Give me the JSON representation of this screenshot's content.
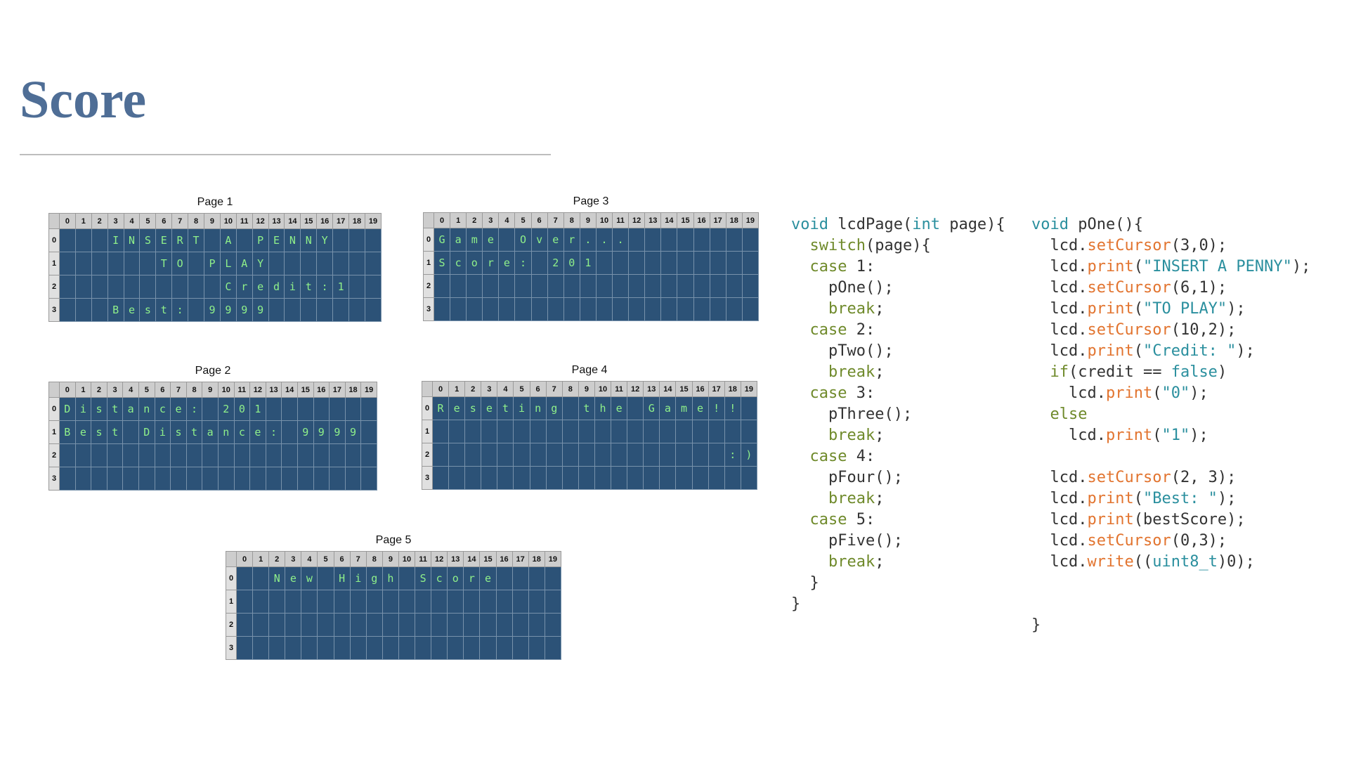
{
  "slide": {
    "title": "Score"
  },
  "lcd_columns": [
    "0",
    "1",
    "2",
    "3",
    "4",
    "5",
    "6",
    "7",
    "8",
    "9",
    "10",
    "11",
    "12",
    "13",
    "14",
    "15",
    "16",
    "17",
    "18",
    "19"
  ],
  "lcd_rows": [
    "0",
    "1",
    "2",
    "3"
  ],
  "pages": [
    {
      "title": "Page 1",
      "rows": [
        [
          "",
          "",
          "",
          "I",
          "N",
          "S",
          "E",
          "R",
          "T",
          "",
          "A",
          "",
          "P",
          "E",
          "N",
          "N",
          "Y",
          "",
          "",
          ""
        ],
        [
          "",
          "",
          "",
          "",
          "",
          "",
          "T",
          "O",
          "",
          "P",
          "L",
          "A",
          "Y",
          "",
          "",
          "",
          "",
          "",
          "",
          ""
        ],
        [
          "",
          "",
          "",
          "",
          "",
          "",
          "",
          "",
          "",
          "",
          "C",
          "r",
          "e",
          "d",
          "i",
          "t",
          ":",
          "1",
          "",
          ""
        ],
        [
          "",
          "",
          "",
          "B",
          "e",
          "s",
          "t",
          ":",
          "",
          "9",
          "9",
          "9",
          "9",
          "",
          "",
          "",
          "",
          "",
          "",
          ""
        ]
      ]
    },
    {
      "title": "Page 3",
      "rows": [
        [
          "G",
          "a",
          "m",
          "e",
          "",
          "O",
          "v",
          "e",
          "r",
          ".",
          ".",
          ".",
          "",
          "",
          "",
          "",
          "",
          "",
          "",
          ""
        ],
        [
          "S",
          "c",
          "o",
          "r",
          "e",
          ":",
          "",
          "2",
          "0",
          "1",
          "",
          "",
          "",
          "",
          "",
          "",
          "",
          "",
          "",
          ""
        ],
        [
          "",
          "",
          "",
          "",
          "",
          "",
          "",
          "",
          "",
          "",
          "",
          "",
          "",
          "",
          "",
          "",
          "",
          "",
          "",
          ""
        ],
        [
          "",
          "",
          "",
          "",
          "",
          "",
          "",
          "",
          "",
          "",
          "",
          "",
          "",
          "",
          "",
          "",
          "",
          "",
          "",
          ""
        ]
      ]
    },
    {
      "title": "Page 2",
      "rows": [
        [
          "D",
          "i",
          "s",
          "t",
          "a",
          "n",
          "c",
          "e",
          ":",
          "",
          "2",
          "0",
          "1",
          "",
          "",
          "",
          "",
          "",
          "",
          ""
        ],
        [
          "B",
          "e",
          "s",
          "t",
          "",
          "D",
          "i",
          "s",
          "t",
          "a",
          "n",
          "c",
          "e",
          ":",
          "",
          "9",
          "9",
          "9",
          "9",
          ""
        ],
        [
          "",
          "",
          "",
          "",
          "",
          "",
          "",
          "",
          "",
          "",
          "",
          "",
          "",
          "",
          "",
          "",
          "",
          "",
          "",
          ""
        ],
        [
          "",
          "",
          "",
          "",
          "",
          "",
          "",
          "",
          "",
          "",
          "",
          "",
          "",
          "",
          "",
          "",
          "",
          "",
          "",
          ""
        ]
      ]
    },
    {
      "title": "Page 4",
      "rows": [
        [
          "R",
          "e",
          "s",
          "e",
          "t",
          "i",
          "n",
          "g",
          "",
          "t",
          "h",
          "e",
          "",
          "G",
          "a",
          "m",
          "e",
          "!",
          "!",
          ""
        ],
        [
          "",
          "",
          "",
          "",
          "",
          "",
          "",
          "",
          "",
          "",
          "",
          "",
          "",
          "",
          "",
          "",
          "",
          "",
          "",
          ""
        ],
        [
          "",
          "",
          "",
          "",
          "",
          "",
          "",
          "",
          "",
          "",
          "",
          "",
          "",
          "",
          "",
          "",
          "",
          "",
          ":",
          ")"
        ],
        [
          "",
          "",
          "",
          "",
          "",
          "",
          "",
          "",
          "",
          "",
          "",
          "",
          "",
          "",
          "",
          "",
          "",
          "",
          "",
          ""
        ]
      ]
    },
    {
      "title": "Page 5",
      "rows": [
        [
          "",
          "",
          "N",
          "e",
          "w",
          "",
          "H",
          "i",
          "g",
          "h",
          "",
          "S",
          "c",
          "o",
          "r",
          "e",
          "",
          "",
          "",
          ""
        ],
        [
          "",
          "",
          "",
          "",
          "",
          "",
          "",
          "",
          "",
          "",
          "",
          "",
          "",
          "",
          "",
          "",
          "",
          "",
          "",
          ""
        ],
        [
          "",
          "",
          "",
          "",
          "",
          "",
          "",
          "",
          "",
          "",
          "",
          "",
          "",
          "",
          "",
          "",
          "",
          "",
          "",
          ""
        ],
        [
          "",
          "",
          "",
          "",
          "",
          "",
          "",
          "",
          "",
          "",
          "",
          "",
          "",
          "",
          "",
          "",
          "",
          "",
          "",
          ""
        ]
      ]
    }
  ],
  "code_left": [
    [
      [
        "kw",
        "void"
      ],
      [
        "pl",
        " lcdPage("
      ],
      [
        "kw",
        "int"
      ],
      [
        "pl",
        " page){"
      ]
    ],
    [
      [
        "pl",
        "  "
      ],
      [
        "kw2",
        "switch"
      ],
      [
        "pl",
        "(page){"
      ]
    ],
    [
      [
        "pl",
        "  "
      ],
      [
        "kw2",
        "case"
      ],
      [
        "pl",
        " 1:"
      ]
    ],
    [
      [
        "pl",
        "    pOne();"
      ]
    ],
    [
      [
        "pl",
        "    "
      ],
      [
        "kw2",
        "break"
      ],
      [
        "pl",
        ";"
      ]
    ],
    [
      [
        "pl",
        "  "
      ],
      [
        "kw2",
        "case"
      ],
      [
        "pl",
        " 2:"
      ]
    ],
    [
      [
        "pl",
        "    pTwo();"
      ]
    ],
    [
      [
        "pl",
        "    "
      ],
      [
        "kw2",
        "break"
      ],
      [
        "pl",
        ";"
      ]
    ],
    [
      [
        "pl",
        "  "
      ],
      [
        "kw2",
        "case"
      ],
      [
        "pl",
        " 3:"
      ]
    ],
    [
      [
        "pl",
        "    pThree();"
      ]
    ],
    [
      [
        "pl",
        "    "
      ],
      [
        "kw2",
        "break"
      ],
      [
        "pl",
        ";"
      ]
    ],
    [
      [
        "pl",
        "  "
      ],
      [
        "kw2",
        "case"
      ],
      [
        "pl",
        " 4:"
      ]
    ],
    [
      [
        "pl",
        "    pFour();"
      ]
    ],
    [
      [
        "pl",
        "    "
      ],
      [
        "kw2",
        "break"
      ],
      [
        "pl",
        ";"
      ]
    ],
    [
      [
        "pl",
        "  "
      ],
      [
        "kw2",
        "case"
      ],
      [
        "pl",
        " 5:"
      ]
    ],
    [
      [
        "pl",
        "    pFive();"
      ]
    ],
    [
      [
        "pl",
        "    "
      ],
      [
        "kw2",
        "break"
      ],
      [
        "pl",
        ";"
      ]
    ],
    [
      [
        "pl",
        "  }"
      ]
    ],
    [
      [
        "pl",
        "}"
      ]
    ]
  ],
  "code_right": [
    [
      [
        "kw",
        "void"
      ],
      [
        "pl",
        " pOne(){"
      ]
    ],
    [
      [
        "pl",
        "  lcd."
      ],
      [
        "fn",
        "setCursor"
      ],
      [
        "pl",
        "(3,0);"
      ]
    ],
    [
      [
        "pl",
        "  lcd."
      ],
      [
        "fn",
        "print"
      ],
      [
        "pl",
        "("
      ],
      [
        "str",
        "\"INSERT A PENNY\""
      ],
      [
        "pl",
        ");"
      ]
    ],
    [
      [
        "pl",
        "  lcd."
      ],
      [
        "fn",
        "setCursor"
      ],
      [
        "pl",
        "(6,1);"
      ]
    ],
    [
      [
        "pl",
        "  lcd."
      ],
      [
        "fn",
        "print"
      ],
      [
        "pl",
        "("
      ],
      [
        "str",
        "\"TO PLAY\""
      ],
      [
        "pl",
        ");"
      ]
    ],
    [
      [
        "pl",
        "  lcd."
      ],
      [
        "fn",
        "setCursor"
      ],
      [
        "pl",
        "(10,2);"
      ]
    ],
    [
      [
        "pl",
        "  lcd."
      ],
      [
        "fn",
        "print"
      ],
      [
        "pl",
        "("
      ],
      [
        "str",
        "\"Credit: \""
      ],
      [
        "pl",
        ");"
      ]
    ],
    [
      [
        "pl",
        "  "
      ],
      [
        "kw2",
        "if"
      ],
      [
        "pl",
        "(credit == "
      ],
      [
        "kw",
        "false"
      ],
      [
        "pl",
        ")"
      ]
    ],
    [
      [
        "pl",
        "    lcd."
      ],
      [
        "fn",
        "print"
      ],
      [
        "pl",
        "("
      ],
      [
        "str",
        "\"0\""
      ],
      [
        "pl",
        ");"
      ]
    ],
    [
      [
        "pl",
        "  "
      ],
      [
        "kw2",
        "else"
      ]
    ],
    [
      [
        "pl",
        "    lcd."
      ],
      [
        "fn",
        "print"
      ],
      [
        "pl",
        "("
      ],
      [
        "str",
        "\"1\""
      ],
      [
        "pl",
        ");"
      ]
    ],
    [
      [
        "pl",
        ""
      ]
    ],
    [
      [
        "pl",
        "  lcd."
      ],
      [
        "fn",
        "setCursor"
      ],
      [
        "pl",
        "(2, 3);"
      ]
    ],
    [
      [
        "pl",
        "  lcd."
      ],
      [
        "fn",
        "print"
      ],
      [
        "pl",
        "("
      ],
      [
        "str",
        "\"Best: \""
      ],
      [
        "pl",
        ");"
      ]
    ],
    [
      [
        "pl",
        "  lcd."
      ],
      [
        "fn",
        "print"
      ],
      [
        "pl",
        "(bestScore);"
      ]
    ],
    [
      [
        "pl",
        "  lcd."
      ],
      [
        "fn",
        "setCursor"
      ],
      [
        "pl",
        "(0,3);"
      ]
    ],
    [
      [
        "pl",
        "  lcd."
      ],
      [
        "fn",
        "write"
      ],
      [
        "pl",
        "(("
      ],
      [
        "kw",
        "uint8_t"
      ],
      [
        "pl",
        ")0);"
      ]
    ],
    [
      [
        "pl",
        ""
      ]
    ],
    [
      [
        "pl",
        ""
      ]
    ],
    [
      [
        "pl",
        "}"
      ]
    ]
  ]
}
